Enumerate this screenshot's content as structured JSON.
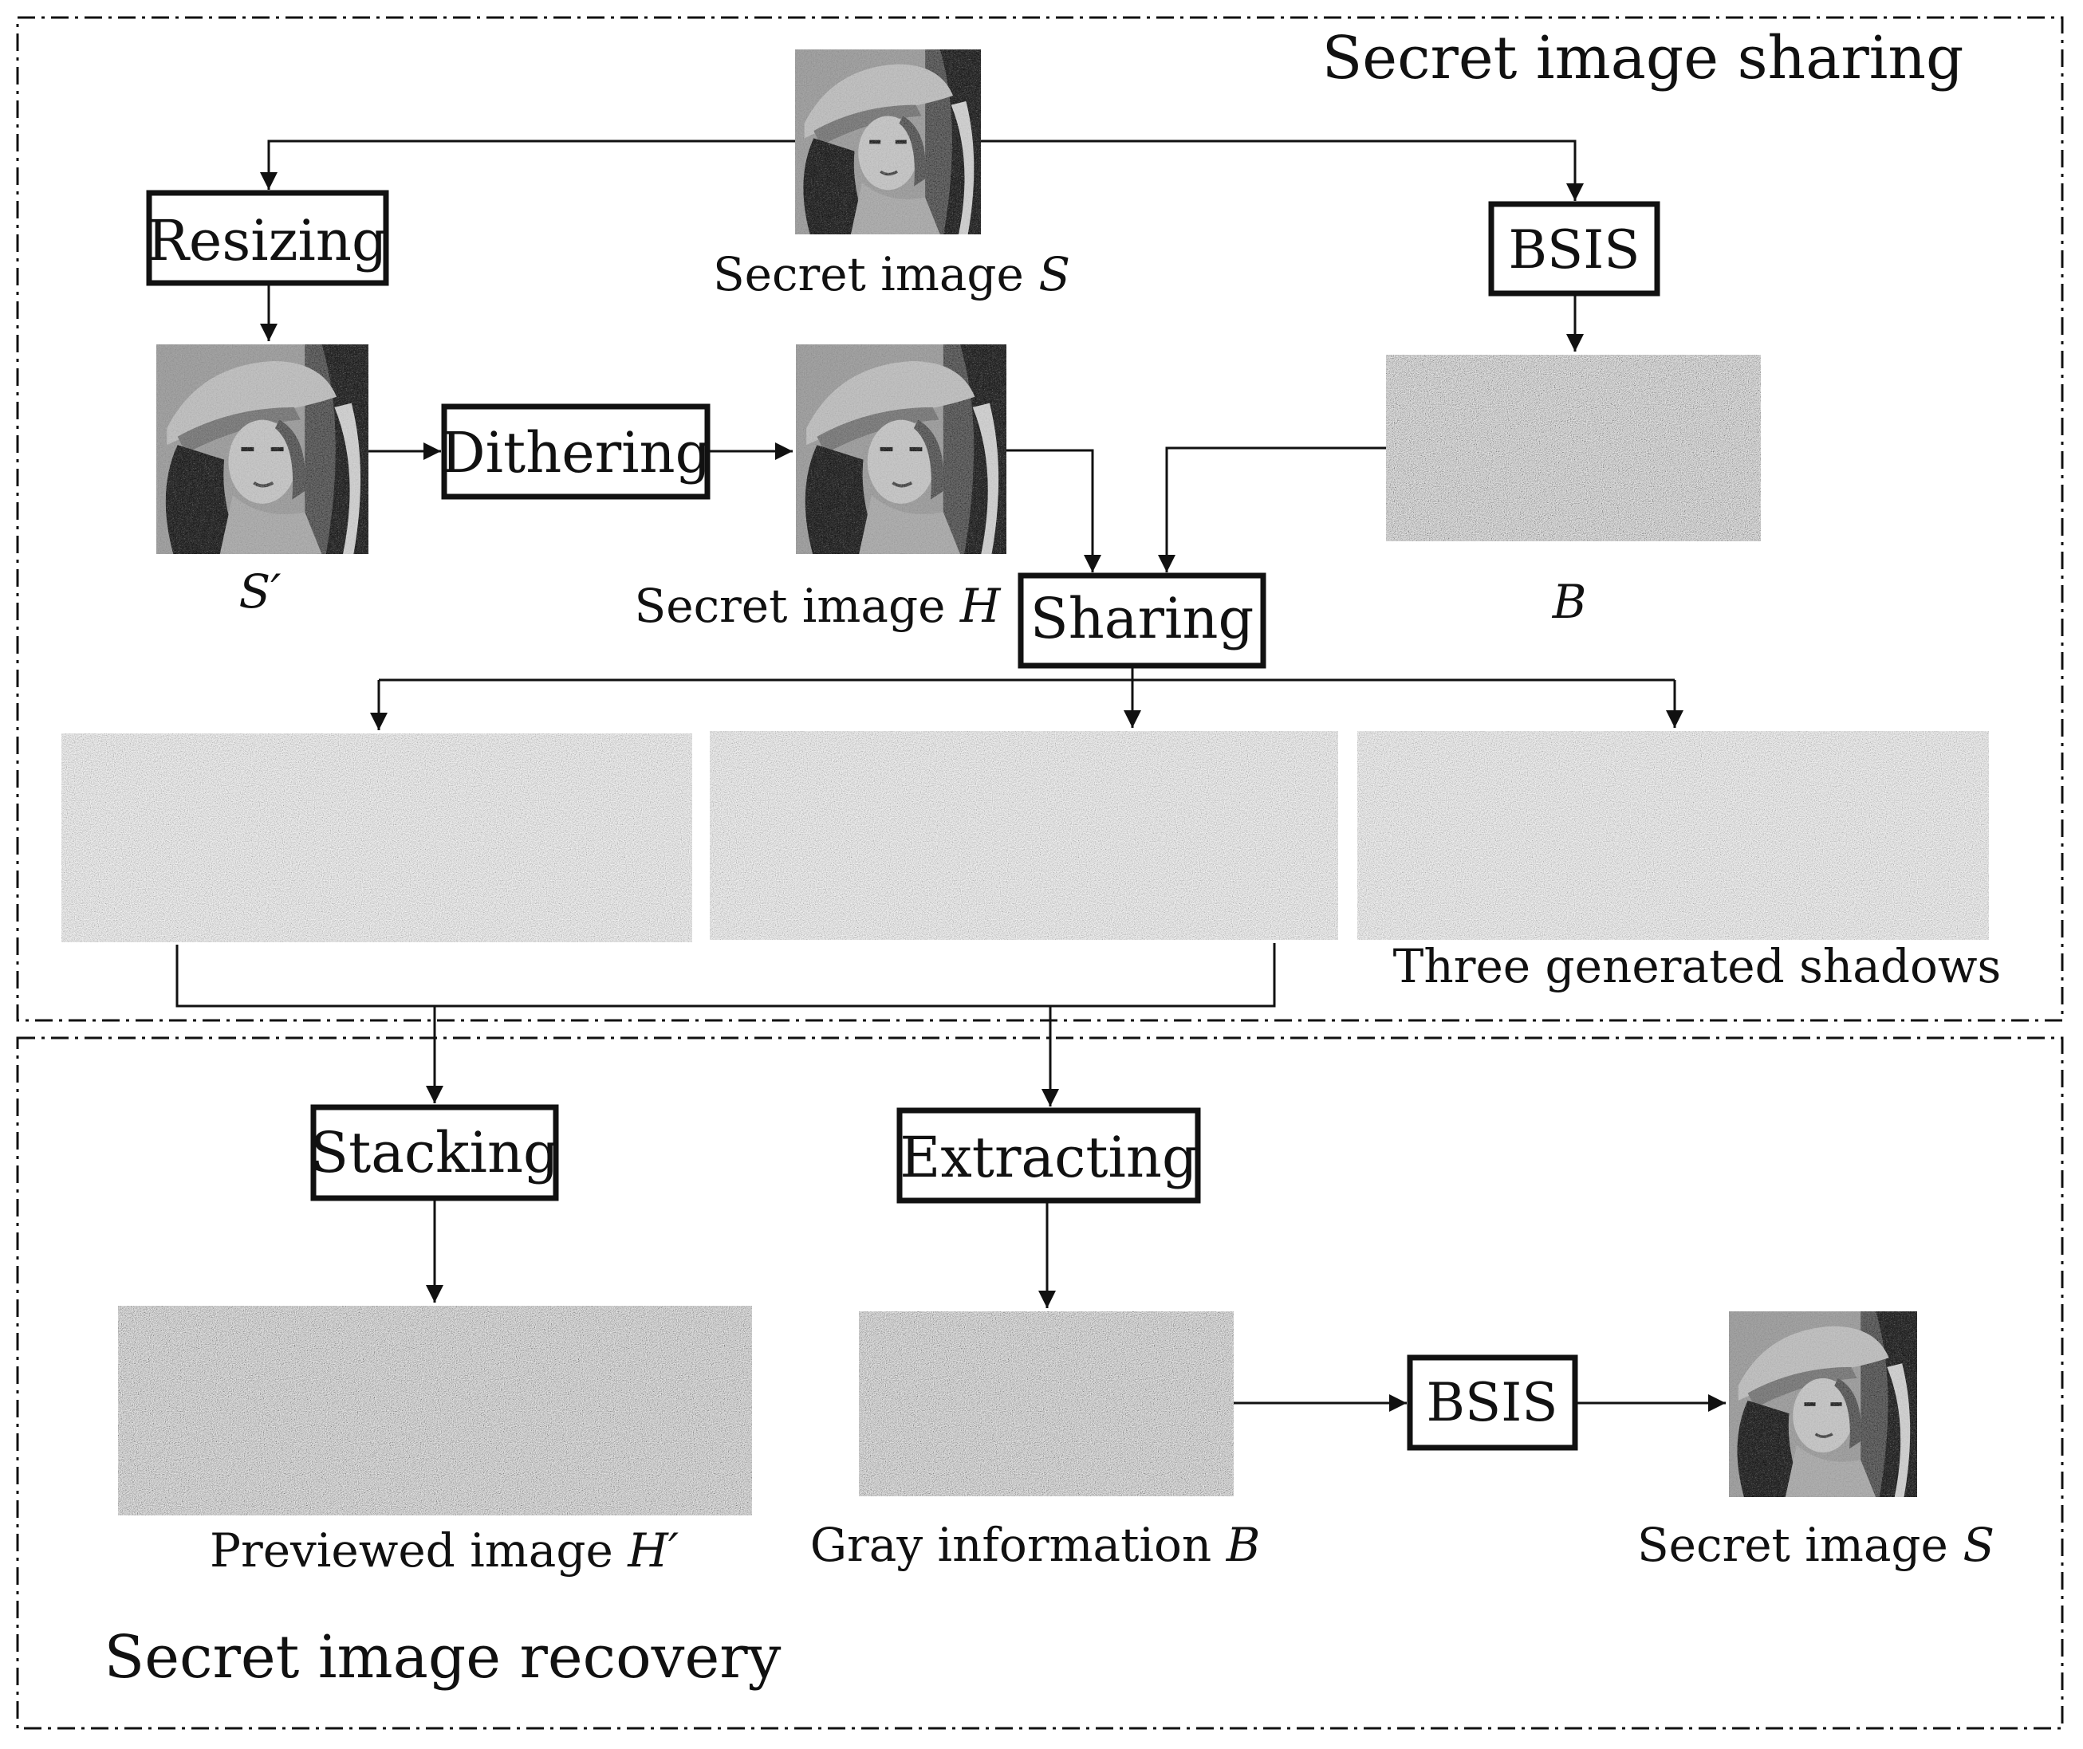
{
  "sections": {
    "sharing_title": "Secret image sharing",
    "recovery_title": "Secret image recovery"
  },
  "boxes": {
    "resizing": "Resizing",
    "bsis_top": "BSIS",
    "dithering": "Dithering",
    "sharing": "Sharing",
    "stacking": "Stacking",
    "extracting": "Extracting",
    "bsis_bottom": "BSIS"
  },
  "labels": {
    "secret_s_top_text": "Secret image ",
    "secret_s_top_var": "S",
    "s_prime_var": "S′",
    "secret_h_text": "Secret image ",
    "secret_h_var": "H",
    "b_var": "B",
    "shadows": "Three generated shadows",
    "previewed_text": "Previewed image ",
    "previewed_var": "H′",
    "gray_text": "Gray information ",
    "gray_var": "B",
    "secret_s_bottom_text": "Secret image ",
    "secret_s_bottom_var": "S"
  },
  "images": {
    "portrait": "grayscale portrait of a woman wearing a hat",
    "noise": "gray random noise"
  },
  "colors": {
    "stroke": "#111111",
    "noise": "#8f8f8f",
    "portrait_dark": "#3a3a3a",
    "portrait_light": "#c8c8c8"
  }
}
